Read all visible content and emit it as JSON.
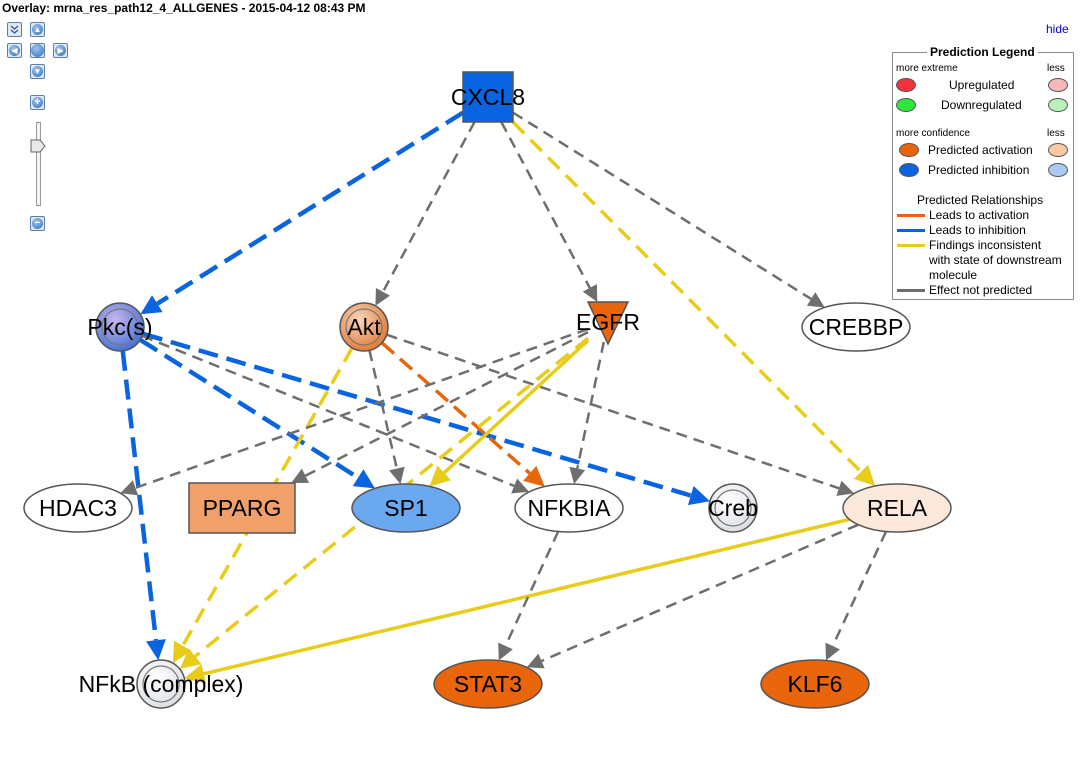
{
  "window": {
    "title": "Overlay: mrna_res_path12_4_ALLGENES - 2015-04-12 08:43 PM",
    "hide_label": "hide"
  },
  "navigation": {
    "icons": [
      "collapse-icon",
      "pan-up-icon",
      "pan-left-icon",
      "pan-center-icon",
      "pan-right-icon",
      "pan-down-icon",
      "zoom-in-icon",
      "zoom-slider",
      "zoom-out-icon"
    ]
  },
  "colors": {
    "activation": "#e8650b",
    "inhibition": "#0a64e0",
    "inconsistent": "#e8cc1a",
    "not_predicted": "#6e6e6e",
    "upregulated": "#f2323c",
    "downregulated": "#2ee63c",
    "up_less": "#f4b8b8",
    "down_less": "#b8f2b8",
    "act_less": "#f7c8a4",
    "inh_less": "#a9c9f2"
  },
  "legend": {
    "title": "Prediction Legend",
    "more_extreme": "more extreme",
    "less": "less",
    "upregulated": "Upregulated",
    "downregulated": "Downregulated",
    "more_confidence": "more confidence",
    "predicted_activation": "Predicted activation",
    "predicted_inhibition": "Predicted inhibition",
    "relationships_title": "Predicted Relationships",
    "leads_to_activation": "Leads to activation",
    "leads_to_inhibition": "Leads to inhibition",
    "inconsistent_1": "Findings inconsistent",
    "inconsistent_2": "with state of downstream",
    "inconsistent_3": "molecule",
    "effect_not_predicted": "Effect not predicted"
  },
  "nodes": [
    {
      "id": "CXCL8",
      "label": "CXCL8",
      "shape": "square",
      "fill": "#0a64e0"
    },
    {
      "id": "Pkc",
      "label": "Pkc(s)",
      "shape": "group",
      "fill": "#5f7fd8"
    },
    {
      "id": "Akt",
      "label": "Akt",
      "shape": "group",
      "fill": "#e8864a"
    },
    {
      "id": "EGFR",
      "label": "EGFR",
      "shape": "triangle",
      "fill": "#e8650b"
    },
    {
      "id": "CREBBP",
      "label": "CREBBP",
      "shape": "ellipse",
      "fill": "#ffffff"
    },
    {
      "id": "HDAC3",
      "label": "HDAC3",
      "shape": "ellipse",
      "fill": "#ffffff"
    },
    {
      "id": "PPARG",
      "label": "PPARG",
      "shape": "rect",
      "fill": "#f2a06a"
    },
    {
      "id": "SP1",
      "label": "SP1",
      "shape": "ellipse",
      "fill": "#6aa8f0"
    },
    {
      "id": "NFKBIA",
      "label": "NFKBIA",
      "shape": "ellipse",
      "fill": "#ffffff"
    },
    {
      "id": "Creb",
      "label": "Creb",
      "shape": "group",
      "fill": "#ffffff"
    },
    {
      "id": "RELA",
      "label": "RELA",
      "shape": "ellipse",
      "fill": "#fde9dc"
    },
    {
      "id": "NFkB",
      "label": "NFkB (complex)",
      "shape": "group",
      "fill": "#ffffff"
    },
    {
      "id": "STAT3",
      "label": "STAT3",
      "shape": "ellipse",
      "fill": "#e8650b"
    },
    {
      "id": "KLF6",
      "label": "KLF6",
      "shape": "ellipse",
      "fill": "#e8650b"
    }
  ],
  "edges": [
    {
      "from": "CXCL8",
      "to": "Pkc",
      "type": "inhibition"
    },
    {
      "from": "CXCL8",
      "to": "Akt",
      "type": "not_predicted"
    },
    {
      "from": "CXCL8",
      "to": "EGFR",
      "type": "not_predicted"
    },
    {
      "from": "CXCL8",
      "to": "CREBBP",
      "type": "not_predicted"
    },
    {
      "from": "CXCL8",
      "to": "RELA",
      "type": "inconsistent"
    },
    {
      "from": "Pkc",
      "to": "NFkB",
      "type": "inhibition"
    },
    {
      "from": "Pkc",
      "to": "SP1",
      "type": "inhibition"
    },
    {
      "from": "Pkc",
      "to": "Creb",
      "type": "inhibition"
    },
    {
      "from": "Pkc",
      "to": "NFKBIA",
      "type": "not_predicted"
    },
    {
      "from": "Akt",
      "to": "SP1",
      "type": "not_predicted"
    },
    {
      "from": "Akt",
      "to": "NFKBIA",
      "type": "activation"
    },
    {
      "from": "Akt",
      "to": "RELA",
      "type": "not_predicted"
    },
    {
      "from": "Akt",
      "to": "NFkB",
      "type": "inconsistent"
    },
    {
      "from": "EGFR",
      "to": "HDAC3",
      "type": "not_predicted"
    },
    {
      "from": "EGFR",
      "to": "PPARG",
      "type": "not_predicted"
    },
    {
      "from": "EGFR",
      "to": "SP1",
      "type": "inconsistent"
    },
    {
      "from": "EGFR",
      "to": "NFKBIA",
      "type": "not_predicted"
    },
    {
      "from": "EGFR",
      "to": "NFkB",
      "type": "inconsistent"
    },
    {
      "from": "RELA",
      "to": "NFkB",
      "type": "inconsistent"
    },
    {
      "from": "RELA",
      "to": "STAT3",
      "type": "not_predicted"
    },
    {
      "from": "RELA",
      "to": "KLF6",
      "type": "not_predicted"
    },
    {
      "from": "NFKBIA",
      "to": "STAT3",
      "type": "not_predicted"
    }
  ]
}
